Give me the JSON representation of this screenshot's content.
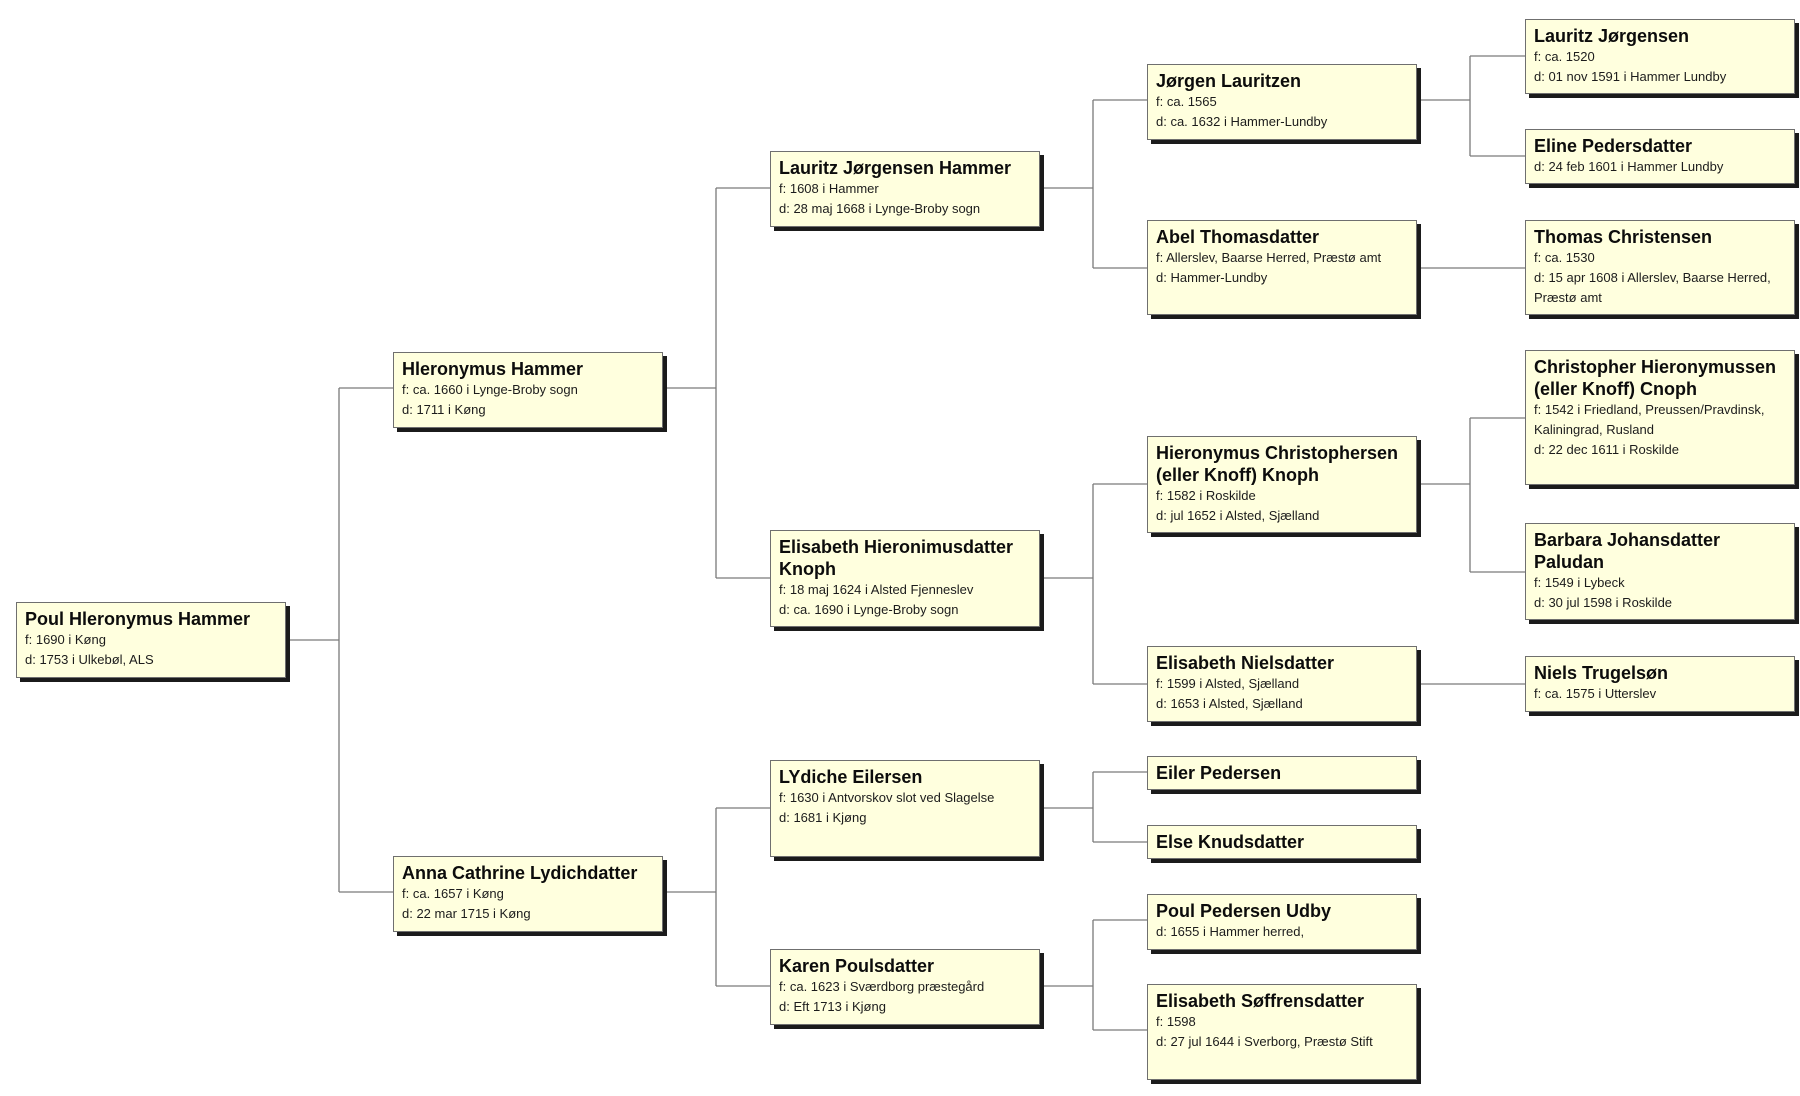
{
  "people": {
    "poul_hieronymus": {
      "name": "Poul Hleronymus Hammer",
      "born": "f: 1690 i Køng",
      "died": "d: 1753 i Ulkebøl, ALS"
    },
    "hieronymus_hammer": {
      "name": "Hleronymus Hammer",
      "born": "f: ca. 1660 i Lynge-Broby sogn",
      "died": "d: 1711 i Køng"
    },
    "anna_cathrine": {
      "name": "Anna Cathrine Lydichdatter",
      "born": "f: ca. 1657 i Køng",
      "died": "d: 22 mar 1715 i Køng"
    },
    "lauritz_jorgensen_hammer": {
      "name": "Lauritz Jørgensen Hammer",
      "born": "f: 1608 i Hammer",
      "died": "d: 28 maj 1668 i Lynge-Broby sogn"
    },
    "elisabeth_hieronimusdatter": {
      "name": "Elisabeth Hieronimusdatter Knoph",
      "born": "f: 18 maj 1624 i Alsted Fjenneslev",
      "died": "d: ca. 1690 i Lynge-Broby sogn"
    },
    "lydiche_eilersen": {
      "name": "LYdiche Eilersen",
      "born": "f: 1630 i Antvorskov slot ved Slagelse",
      "died": "d: 1681 i Kjøng"
    },
    "karen_poulsdatter": {
      "name": "Karen Poulsdatter",
      "born": "f: ca. 1623 i Sværdborg præstegård",
      "died": "d: Eft 1713 i Kjøng"
    },
    "jorgen_lauritzen": {
      "name": "Jørgen Lauritzen",
      "born": "f: ca. 1565",
      "died": "d: ca. 1632 i Hammer-Lundby"
    },
    "abel_thomasdatter": {
      "name": "Abel Thomasdatter",
      "born": "f: Allerslev, Baarse Herred, Præstø amt",
      "died": "d: Hammer-Lundby"
    },
    "hieronymus_christophersen": {
      "name": "Hieronymus Christophersen (eller Knoff) Knoph",
      "born": "f: 1582 i Roskilde",
      "died": "d: jul 1652 i Alsted, Sjælland"
    },
    "elisabeth_nielsdatter": {
      "name": "Elisabeth Nielsdatter",
      "born": "f: 1599 i Alsted, Sjælland",
      "died": "d: 1653 i Alsted, Sjælland"
    },
    "eiler_pedersen": {
      "name": "Eiler Pedersen"
    },
    "else_knudsdatter": {
      "name": "Else Knudsdatter"
    },
    "poul_pedersen_udby": {
      "name": "Poul Pedersen Udby",
      "died": "d: 1655 i Hammer herred,"
    },
    "elisabeth_soffrensdatter": {
      "name": "Elisabeth Søffrensdatter",
      "born": "f: 1598",
      "died": "d: 27 jul 1644 i Sverborg, Præstø Stift"
    },
    "lauritz_jorgensen": {
      "name": "Lauritz Jørgensen",
      "born": "f: ca. 1520",
      "died": "d: 01 nov 1591 i Hammer Lundby"
    },
    "eline_pedersdatter": {
      "name": "Eline Pedersdatter",
      "died": "d: 24 feb 1601 i Hammer Lundby"
    },
    "thomas_christensen": {
      "name": "Thomas Christensen",
      "born": "f: ca. 1530",
      "died": "d: 15 apr 1608 i Allerslev, Baarse Herred, Præstø amt"
    },
    "christopher_hieronymussen": {
      "name": "Christopher Hieronymussen (eller Knoff) Cnoph",
      "born": "f: 1542 i Friedland, Preussen/Pravdinsk, Kaliningrad, Rusland",
      "died": "d: 22 dec 1611 i Roskilde"
    },
    "barbara_johansdatter": {
      "name": "Barbara Johansdatter Paludan",
      "born": "f: 1549 i Lybeck",
      "died": "d: 30 jul 1598 i Roskilde"
    },
    "niels_trugelson": {
      "name": "Niels Trugelsøn",
      "born": "f: ca. 1575 i Utterslev"
    }
  },
  "colors": {
    "box_fill": "#ffffde",
    "box_border": "#6f6f6f",
    "shadow": "#1b1b1b",
    "connector": "#7a7a7a"
  }
}
